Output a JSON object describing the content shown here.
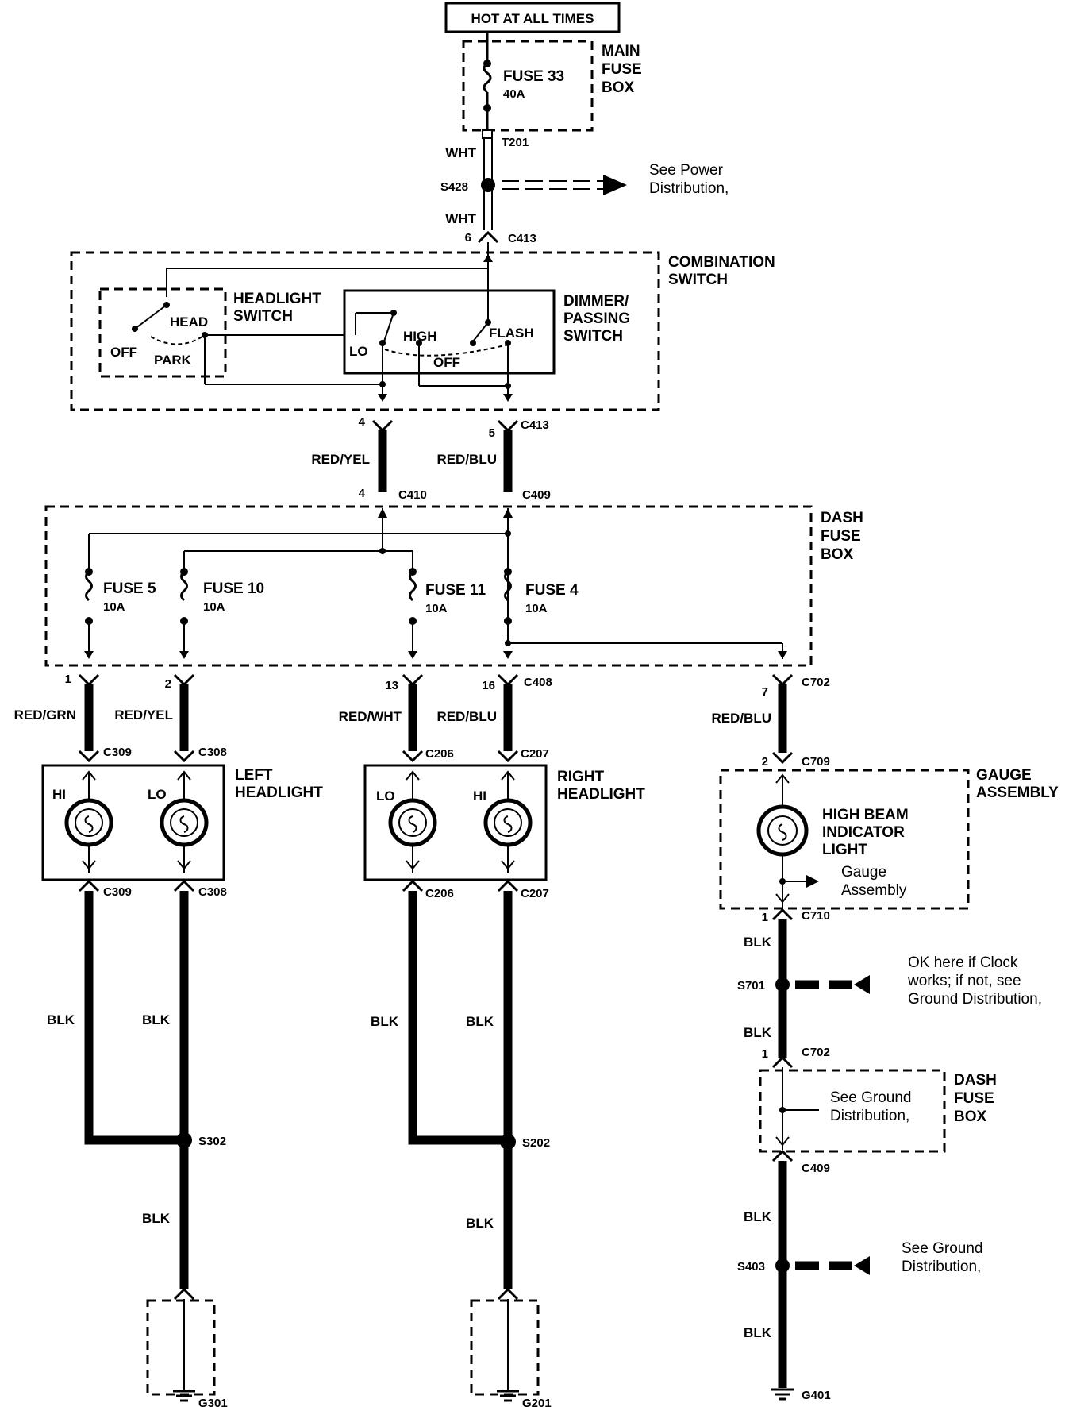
{
  "power": {
    "label": "HOT AT ALL TIMES"
  },
  "main_fuse_box": {
    "title": [
      "MAIN",
      "FUSE",
      "BOX"
    ],
    "fuse_name": "FUSE 33",
    "fuse_rating": "40A"
  },
  "wires": {
    "wht_1": "WHT",
    "wht_2": "WHT",
    "red_yel_1": "RED/YEL",
    "red_blu_1": "RED/BLU",
    "red_grn": "RED/GRN",
    "red_yel_2": "RED/YEL",
    "red_wht": "RED/WHT",
    "red_blu_2": "RED/BLU",
    "red_blu_3": "RED/BLU",
    "blk": [
      "BLK",
      "BLK",
      "BLK",
      "BLK",
      "BLK",
      "BLK",
      "BLK",
      "BLK",
      "BLK",
      "BLK"
    ]
  },
  "connectors": {
    "t201": "T201",
    "s428": "S428",
    "c413_top": "C413",
    "c413_pin_top": "6",
    "c413": "C413",
    "c413_pin_a": "4",
    "c413_pin_b": "5",
    "c410": "C410",
    "c410_pin": "4",
    "c409": "C409",
    "c408": "C408",
    "c408_pins": [
      "1",
      "2",
      "13",
      "16"
    ],
    "c702_top": "C702",
    "c702_top_pin": "7",
    "c309_top": "C309",
    "c308_top": "C308",
    "c206_top": "C206",
    "c207_top": "C207",
    "c709": "C709",
    "c709_pin": "2",
    "c309_bot": "C309",
    "c308_bot": "C308",
    "c206_bot": "C206",
    "c207_bot": "C207",
    "c710": "C710",
    "c710_pin": "1",
    "s701": "S701",
    "c702_bot": "C702",
    "c702_bot_pin": "1",
    "c409_bot": "C409",
    "s403": "S403",
    "s302": "S302",
    "s202": "S202",
    "g301": "G301",
    "g201": "G201",
    "g401": "G401"
  },
  "notes": {
    "power_dist": [
      "See Power",
      "Distribution,"
    ],
    "clock": [
      "OK here if Clock",
      "works; if not, see",
      "Ground Distribution,"
    ],
    "ground_dist_a": [
      "See Ground",
      "Distribution,"
    ],
    "ground_dist_b": [
      "See Ground",
      "Distribution,"
    ],
    "gauge_ground": [
      "Gauge",
      "Assembly"
    ]
  },
  "combination_switch": {
    "title": [
      "COMBINATION",
      "SWITCH"
    ],
    "headlight_switch": [
      "HEADLIGHT",
      "SWITCH"
    ],
    "dimmer_switch": [
      "DIMMER/",
      "PASSING",
      "SWITCH"
    ],
    "positions": {
      "off": "OFF",
      "head": "HEAD",
      "park": "PARK",
      "lo": "LO",
      "high": "HIGH",
      "flash": "FLASH",
      "off2": "OFF"
    }
  },
  "dash_fuse_box": {
    "title": [
      "DASH",
      "FUSE",
      "BOX"
    ],
    "fuses": [
      {
        "name": "FUSE 5",
        "rating": "10A"
      },
      {
        "name": "FUSE 10",
        "rating": "10A"
      },
      {
        "name": "FUSE 11",
        "rating": "10A"
      },
      {
        "name": "FUSE 4",
        "rating": "10A"
      }
    ],
    "bottom_title": [
      "DASH",
      "FUSE",
      "BOX"
    ]
  },
  "left_headlight": {
    "title": [
      "LEFT",
      "HEADLIGHT"
    ],
    "hi": "HI",
    "lo": "LO"
  },
  "right_headlight": {
    "title": [
      "RIGHT",
      "HEADLIGHT"
    ],
    "lo": "LO",
    "hi": "HI"
  },
  "gauge_assembly": {
    "title": [
      "GAUGE",
      "ASSEMBLY"
    ],
    "indicator": [
      "HIGH BEAM",
      "INDICATOR",
      "LIGHT"
    ]
  }
}
